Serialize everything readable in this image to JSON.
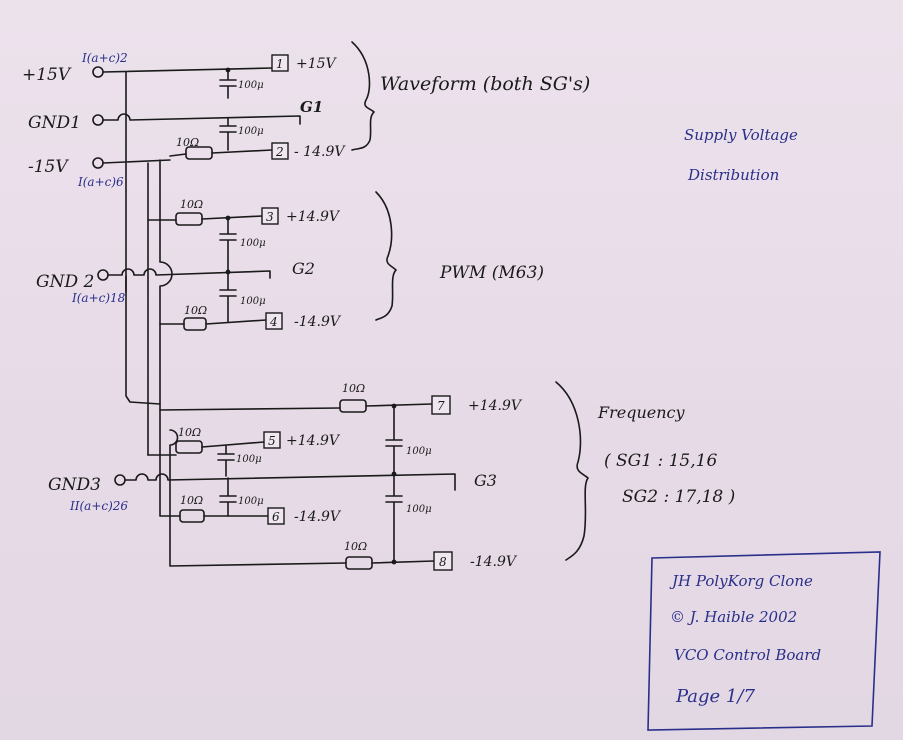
{
  "power_inputs": [
    {
      "label": "+15V",
      "connector": "I(a+c)2"
    },
    {
      "label": "GND1",
      "connector": ""
    },
    {
      "label": "-15V",
      "connector": "I(a+c)6"
    },
    {
      "label": "GND 2",
      "connector": "I(a+c)18"
    },
    {
      "label": "GND3",
      "connector": "II(a+c)26"
    }
  ],
  "resistor_label": "10Ω",
  "capacitor_label": "100μ",
  "waveform": {
    "terminals": [
      {
        "num": "1",
        "voltage": "+15V"
      },
      {
        "num": "2",
        "voltage": "- 14.9V"
      }
    ],
    "ground": "G1",
    "brace_label": "Waveform (both SG's)"
  },
  "pwm": {
    "terminals": [
      {
        "num": "3",
        "voltage": "+14.9V"
      },
      {
        "num": "4",
        "voltage": "-14.9V"
      }
    ],
    "ground": "G2",
    "brace_label": "PWM (M63)"
  },
  "frequency": {
    "terminals": [
      {
        "num": "7",
        "voltage": "+14.9V"
      },
      {
        "num": "5",
        "voltage": "+14.9V"
      },
      {
        "num": "6",
        "voltage": "-14.9V"
      },
      {
        "num": "8",
        "voltage": "-14.9V"
      }
    ],
    "ground": "G3",
    "brace_label": "Frequency",
    "sg_lines": [
      "( SG1 : 15,16",
      "SG2 : 17,18 )"
    ]
  },
  "side_note": [
    "Supply Voltage",
    "Distribution"
  ],
  "title_block": [
    "JH PolyKorg Clone",
    "© J. Haible 2002",
    "VCO Control Board",
    "Page 1/7"
  ],
  "colors": {
    "ink": "#1a1a1a",
    "blue_ink": "#2a2f8a",
    "paper": "#e8dde8"
  }
}
